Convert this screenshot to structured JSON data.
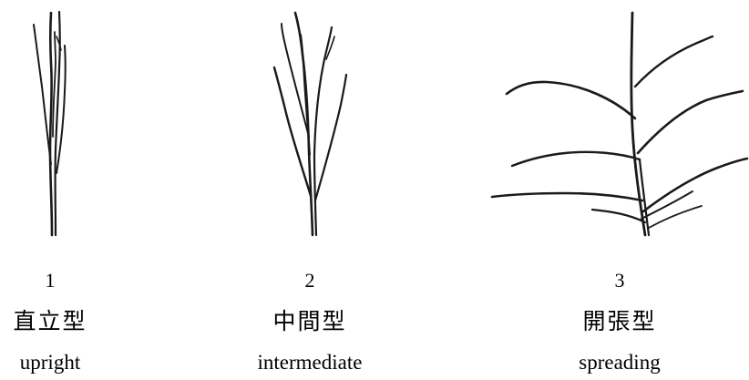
{
  "figure": {
    "types": [
      {
        "number": "1",
        "name_zh": "直立型",
        "name_en": "upright"
      },
      {
        "number": "2",
        "name_zh": "中間型",
        "name_en": "intermediate"
      },
      {
        "number": "3",
        "name_zh": "開張型",
        "name_en": "spreading"
      }
    ],
    "line_color": "#1a1a1a"
  }
}
